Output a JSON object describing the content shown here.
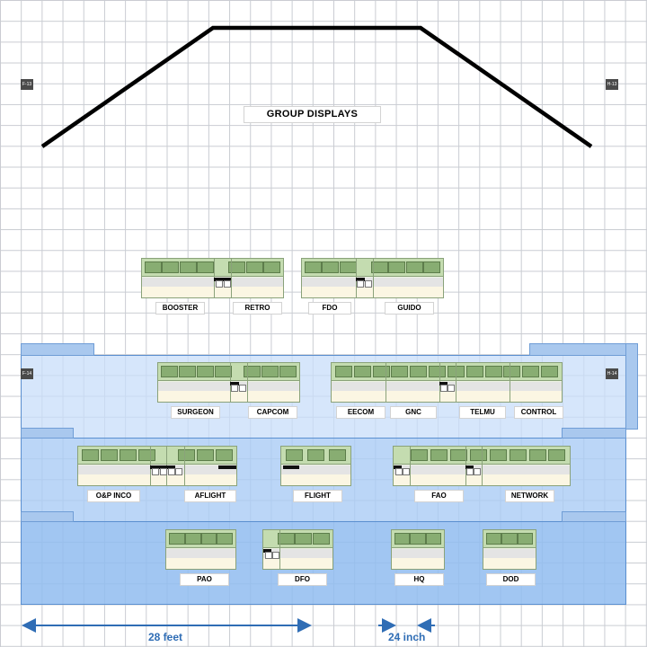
{
  "title": "GROUP  DISPLAYS",
  "markers": {
    "top_left": "F-13",
    "top_right": "H-13",
    "mid_left": "F-14",
    "mid_right": "H-14"
  },
  "rows": {
    "row0": [
      "BOOSTER",
      "RETRO",
      "FDO",
      "GUIDO"
    ],
    "row1": [
      "SURGEON",
      "CAPCOM",
      "EECOM",
      "GNC",
      "TELMU",
      "CONTROL"
    ],
    "row2": [
      "O&P  INCO",
      "AFLIGHT",
      "FLIGHT",
      "FAO",
      "NETWORK"
    ],
    "row3": [
      "PAO",
      "DFO",
      "HQ",
      "DOD"
    ]
  },
  "dimensions": {
    "width_label": "28 feet",
    "gap_label": "24 inch"
  },
  "colors": {
    "tier1": "#c8def8",
    "tier2": "#aaccf5",
    "tier3": "#91bcf0",
    "console_screen": "#88ad72",
    "arrow": "#2f6db5"
  }
}
